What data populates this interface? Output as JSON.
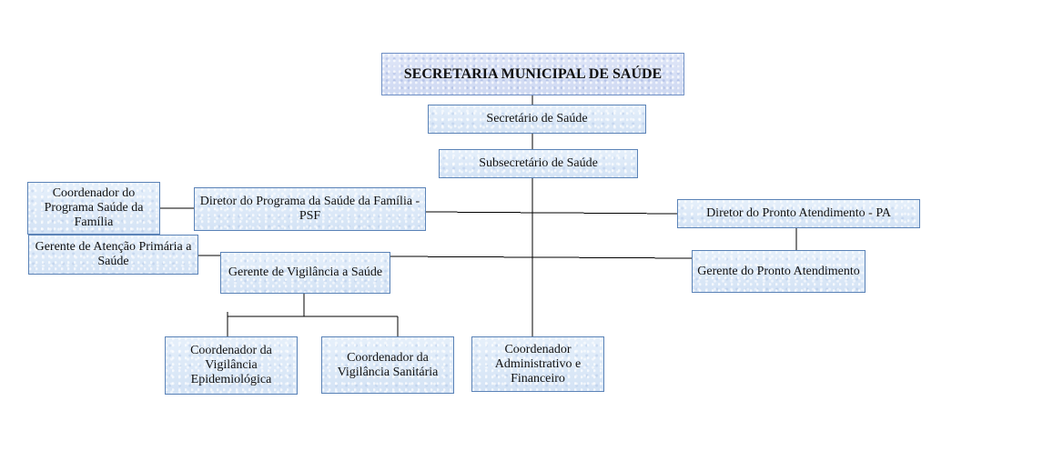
{
  "org_chart": {
    "top": "SECRETARIA MUNICIPAL DE SAÚDE",
    "secretario": "Secretário de Saúde",
    "subsecretario": "Subsecretário de Saúde",
    "coord_psf": "Coordenador do Programa Saúde da Família",
    "diretor_psf": "Diretor do Programa da Saúde da Família - PSF",
    "diretor_pa": "Diretor do Pronto Atendimento - PA",
    "gerente_atencao": "Gerente de Atenção Primária a Saúde",
    "gerente_vigilancia": "Gerente de Vigilância a Saúde",
    "gerente_pa": "Gerente do Pronto Atendimento",
    "coord_epidemiologica": "Coordenador da Vigilância Epidemiológica",
    "coord_sanitaria": "Coordenador da Vigilância Sanitária",
    "coord_administrativo": "Coordenador Administrativo e Financeiro"
  },
  "colors": {
    "box_fill": "#d9e7f7",
    "box_border": "#5b83b7",
    "top_fill": "#d6def4",
    "connector": "#000000"
  }
}
